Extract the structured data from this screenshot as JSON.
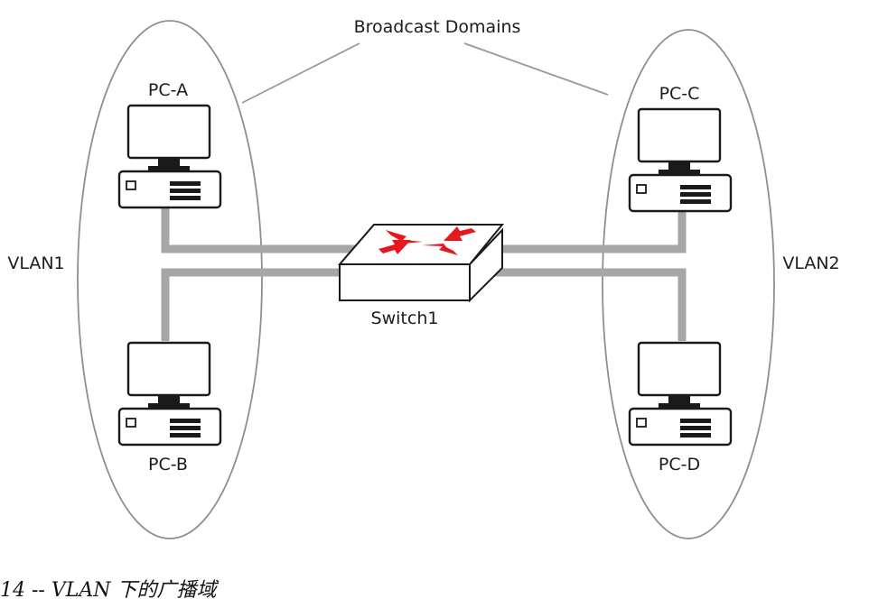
{
  "title": "Broadcast Domains",
  "vlans": [
    {
      "name": "VLAN1"
    },
    {
      "name": "VLAN2"
    }
  ],
  "switch": {
    "label": "Switch1"
  },
  "hosts": [
    {
      "label": "PC-A",
      "vlan": "VLAN1"
    },
    {
      "label": "PC-B",
      "vlan": "VLAN1"
    },
    {
      "label": "PC-C",
      "vlan": "VLAN2"
    },
    {
      "label": "PC-D",
      "vlan": "VLAN2"
    }
  ],
  "caption": "14 -- VLAN 下的广播域",
  "colors": {
    "link": "#a6a6a6",
    "domain_outline": "#8f8f8f",
    "switch_arrows": "#e5191d",
    "equipment_outline": "#1a1a1a"
  }
}
